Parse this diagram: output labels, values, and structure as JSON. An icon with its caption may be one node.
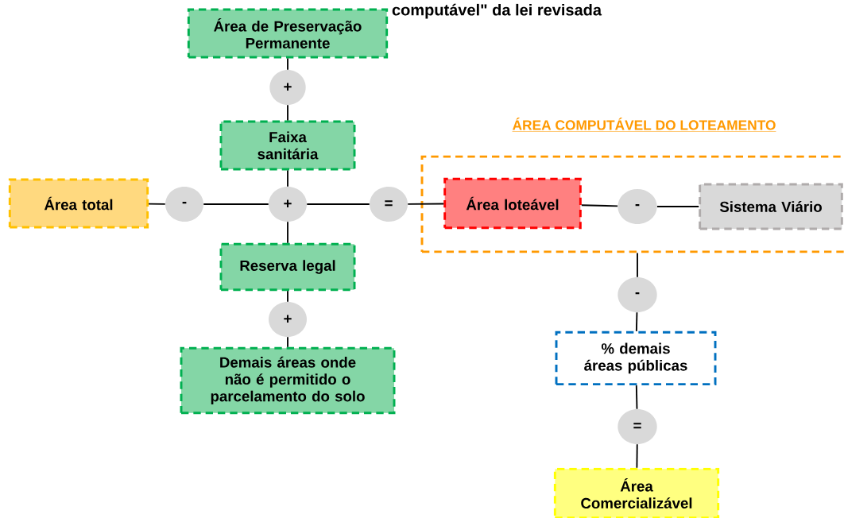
{
  "diagram": {
    "title": "computável\" da lei revisada",
    "nodes": [
      {
        "text": [
          "Área de Preservação Permanente"
        ]
      },
      {
        "text": [
          "+"
        ]
      },
      {
        "text": [
          "Faixa sanitária"
        ]
      },
      {
        "text": [
          "Área total"
        ]
      },
      {
        "text": [
          "-"
        ]
      },
      {
        "text": [
          "+"
        ]
      },
      {
        "text": [
          "="
        ]
      },
      {
        "text": [
          "ÁREA COMPUTÁVEL DO LOTEAMENTO"
        ]
      },
      {
        "text": [
          "Área loteável"
        ],
        "in": 7
      },
      {
        "text": [
          "-"
        ],
        "in": 7
      },
      {
        "text": [
          "Sistema Viário"
        ],
        "in": 7
      },
      {
        "text": [
          "Reserva legal"
        ]
      },
      {
        "text": [
          "+"
        ]
      },
      {
        "text": [
          "Demais áreas onde não é permitido o parcelamento do solo"
        ]
      },
      {
        "text": [
          "-"
        ]
      },
      {
        "text": [
          "% demais áreas públicas"
        ]
      },
      {
        "text": [
          "="
        ]
      },
      {
        "text": [
          "Área Comercializável"
        ]
      }
    ],
    "edges": [
      {
        "from": 0,
        "to": 1,
        "arrow": "none"
      },
      {
        "from": 1,
        "to": 2,
        "arrow": "none"
      },
      {
        "from": 2,
        "to": 5,
        "arrow": "none"
      },
      {
        "from": 3,
        "to": 4,
        "arrow": "none"
      },
      {
        "from": 4,
        "to": 5,
        "arrow": "none"
      },
      {
        "from": 5,
        "to": 6,
        "arrow": "none"
      },
      {
        "from": 6,
        "to": 8,
        "arrow": "none"
      },
      {
        "from": 5,
        "to": 11,
        "arrow": "none"
      },
      {
        "from": 11,
        "to": 12,
        "arrow": "none"
      },
      {
        "from": 12,
        "to": 13,
        "arrow": "none"
      },
      {
        "from": 8,
        "to": 9,
        "arrow": "none"
      },
      {
        "from": 9,
        "to": 10,
        "arrow": "none"
      },
      {
        "from": 7,
        "to": 14,
        "arrow": "none"
      },
      {
        "from": 14,
        "to": 15,
        "arrow": "none"
      },
      {
        "from": 15,
        "to": 16,
        "arrow": "none"
      },
      {
        "from": 16,
        "to": 17,
        "arrow": "none"
      }
    ]
  }
}
